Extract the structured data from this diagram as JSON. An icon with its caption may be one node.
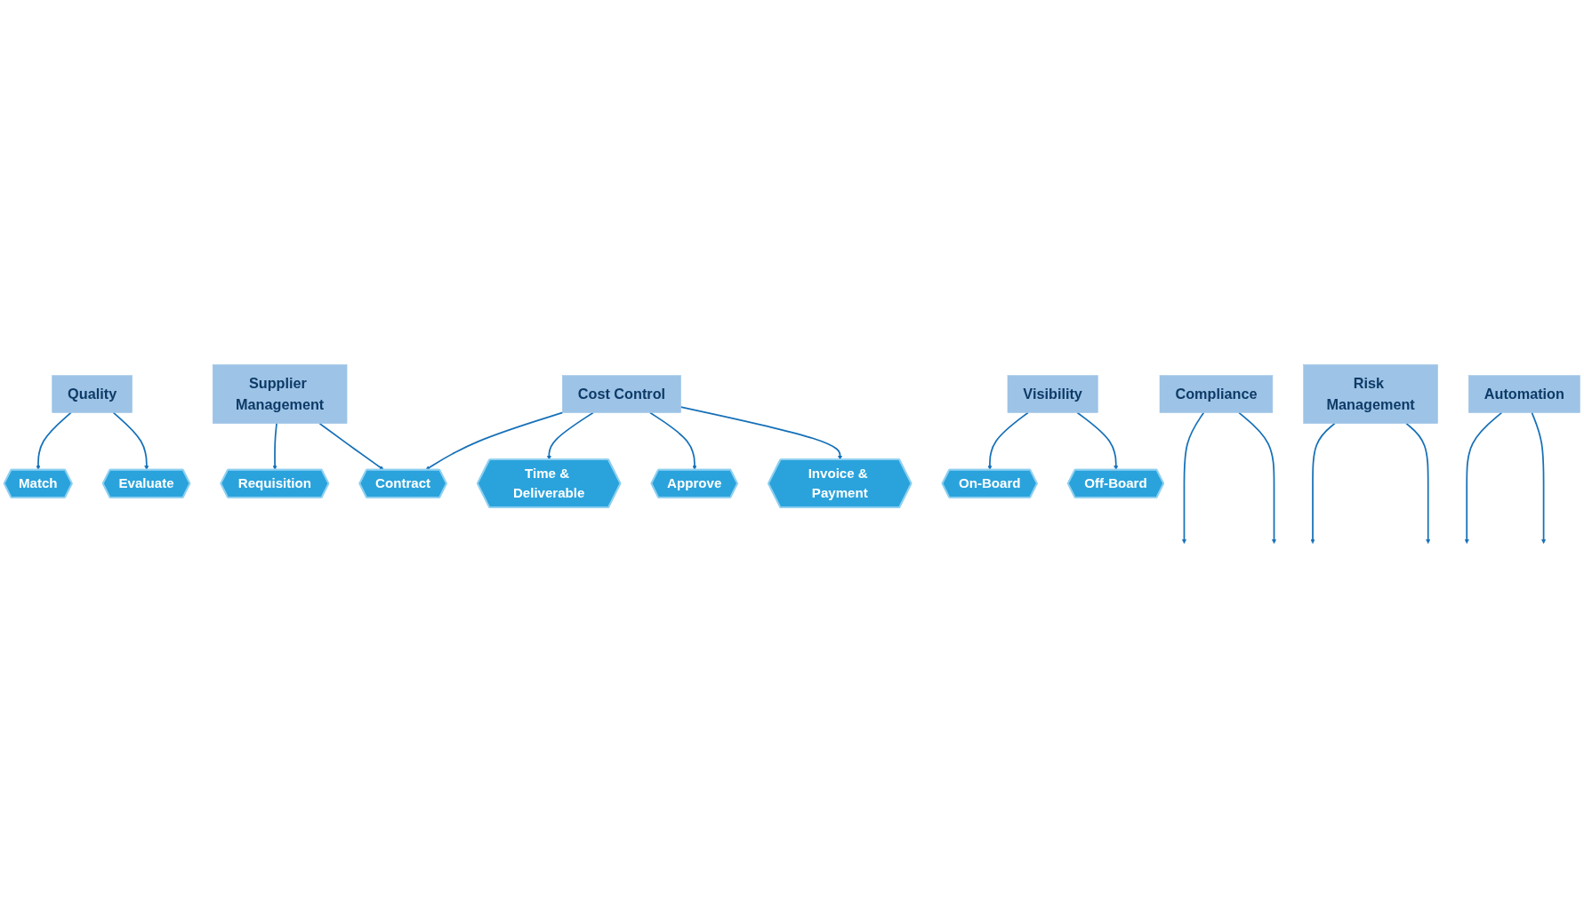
{
  "diagram": {
    "nodes": [
      {
        "text": [
          "Quality"
        ]
      },
      {
        "text": [
          "Cost Control"
        ]
      },
      {
        "text": [
          "Match"
        ]
      },
      {
        "text": [
          "Contract"
        ]
      },
      {
        "text": [
          "Time & Deliverable"
        ]
      },
      {
        "text": [
          "Invoice & Payment"
        ]
      },
      {
        "text": [
          "Requisition"
        ]
      },
      {
        "text": [
          "Evaluate"
        ]
      },
      {
        "text": [
          "On-Board"
        ]
      },
      {
        "text": [
          "Approve"
        ]
      },
      {
        "text": [
          "Off-Board"
        ]
      },
      {
        "text": [
          "Supplier Management"
        ]
      },
      {
        "text": [
          "Visibility"
        ]
      },
      {
        "text": [
          "Compliance"
        ]
      },
      {
        "text": [
          "Risk Management"
        ]
      },
      {
        "text": [
          "Automation"
        ]
      }
    ],
    "edges": [
      {
        "from": 0,
        "to": 2,
        "arrow": "to"
      },
      {
        "from": 0,
        "to": 7,
        "arrow": "to"
      },
      {
        "from": 1,
        "to": 3,
        "arrow": "to"
      },
      {
        "from": 1,
        "to": 4,
        "arrow": "to"
      },
      {
        "from": 1,
        "to": 9,
        "arrow": "to"
      },
      {
        "from": 1,
        "to": 5,
        "arrow": "to"
      },
      {
        "from": 11,
        "to": 6,
        "arrow": "to"
      },
      {
        "from": 11,
        "to": 3,
        "arrow": "to"
      },
      {
        "from": 12,
        "to": 8,
        "arrow": "to"
      },
      {
        "from": 12,
        "to": 10,
        "arrow": "to"
      },
      {
        "from": 13,
        "to": null,
        "arrow": "to"
      },
      {
        "from": 13,
        "to": null,
        "arrow": "to"
      },
      {
        "from": 14,
        "to": null,
        "arrow": "to"
      },
      {
        "from": 14,
        "to": null,
        "arrow": "to"
      },
      {
        "from": 15,
        "to": null,
        "arrow": "to"
      },
      {
        "from": 15,
        "to": null,
        "arrow": "to"
      }
    ]
  }
}
